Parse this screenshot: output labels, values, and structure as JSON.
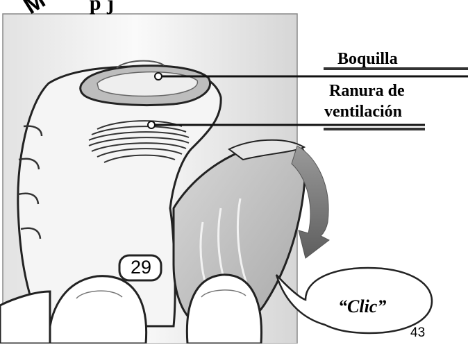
{
  "header": {
    "logo_fragment": "M",
    "title_fragment": "p          j"
  },
  "labels": {
    "mouthpiece": "Boquilla",
    "vent_line1": "Ranura de",
    "vent_line2": "ventilación"
  },
  "device": {
    "dose_counter": "29"
  },
  "callout": {
    "sound": "“Clic”"
  },
  "page": {
    "number": "43"
  },
  "colors": {
    "arrow": "#7f7f7f",
    "cover": "#c8c8c8",
    "body": "#f4f4f4",
    "mouthpiece": "#9a9a9a"
  }
}
